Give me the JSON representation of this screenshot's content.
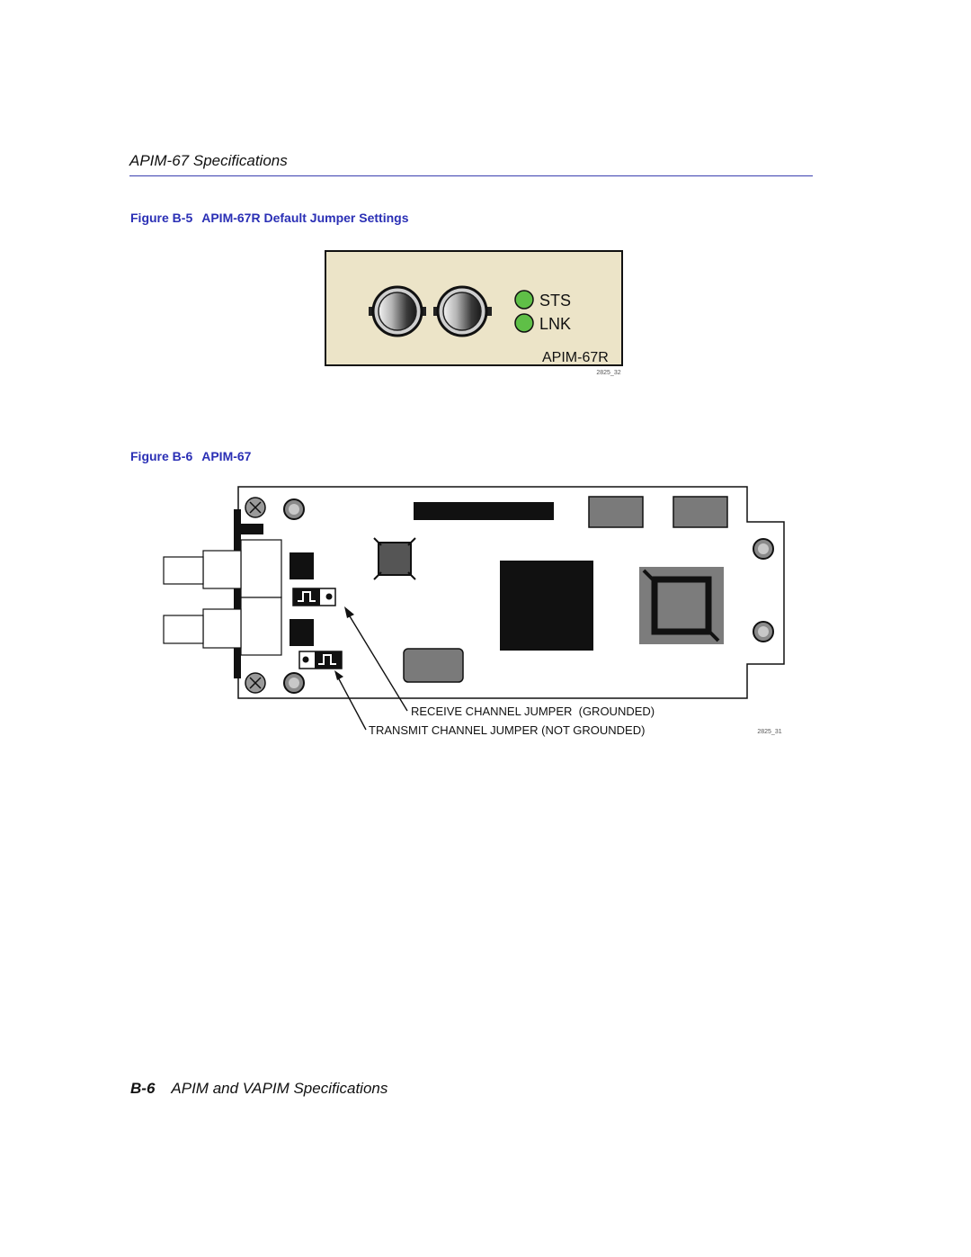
{
  "header": {
    "section_title": "APIM-67 Specifications"
  },
  "figure5": {
    "number": "Figure B-5",
    "title": "APIM-67R Default Jumper Settings",
    "led_labels": [
      "STS",
      "LNK"
    ],
    "module_label": "APIM-67R",
    "artwork_id": "2825_32",
    "colors": {
      "panel": "#ece4c8",
      "led": "#5fbf47"
    }
  },
  "figure6": {
    "number": "Figure B-6",
    "title": "APIM-67",
    "callouts": [
      "RECEIVE CHANNEL JUMPER  (GROUNDED)",
      "TRANSMIT CHANNEL JUMPER (NOT GROUNDED)"
    ],
    "artwork_id": "2825_31"
  },
  "footer": {
    "page_number": "B-6",
    "title": "APIM and VAPIM Specifications"
  }
}
